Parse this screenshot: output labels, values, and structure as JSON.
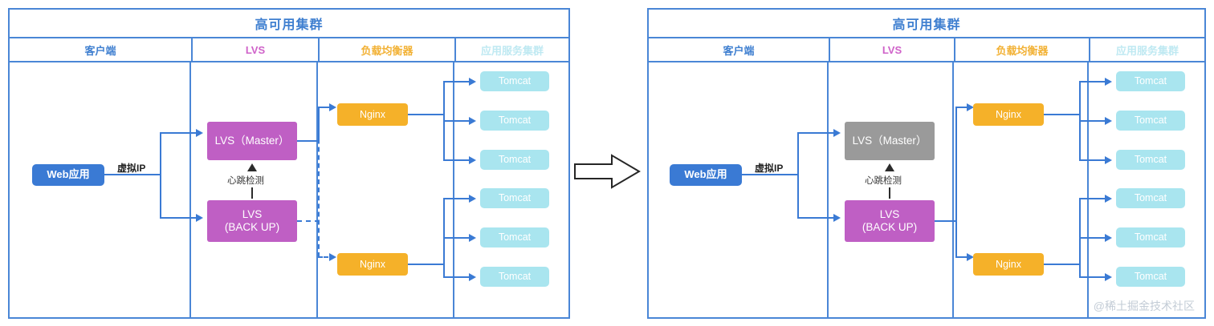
{
  "title": "高可用集群",
  "columns": [
    {
      "label": "客户端",
      "color": "#3f7fd0"
    },
    {
      "label": "LVS",
      "color": "#cf62c9"
    },
    {
      "label": "负载均衡器",
      "color": "#f2b134"
    },
    {
      "label": "应用服务集群",
      "color": "#bfe9f2"
    }
  ],
  "labels": {
    "virtual_ip": "虚拟IP",
    "heartbeat": "心跳检测"
  },
  "nodes": {
    "web": "Web应用",
    "lvs_master": "LVS（Master）",
    "lvs_backup_line1": "LVS",
    "lvs_backup_line2": "(BACK UP)",
    "nginx": "Nginx",
    "tomcat": "Tomcat"
  },
  "left_panel": {
    "lvs_master_state": "active",
    "lvs_backup_state": "standby",
    "master_link": "solid",
    "backup_link": "dashed"
  },
  "right_panel": {
    "lvs_master_state": "failed",
    "lvs_backup_state": "active",
    "master_link": "none",
    "backup_link": "solid"
  },
  "tomcat_count": 6,
  "nginx_count": 2,
  "transition_icon": "right-block-arrow",
  "watermark": "@稀土掘金技术社区",
  "colors": {
    "frame": "#4a86d6",
    "line": "#3a7ad4",
    "web": "#3a7ad4",
    "lvs_active": "#bf5fc4",
    "lvs_failed": "#9a9a9a",
    "nginx": "#f5b129",
    "tomcat": "#a9e5ef"
  }
}
